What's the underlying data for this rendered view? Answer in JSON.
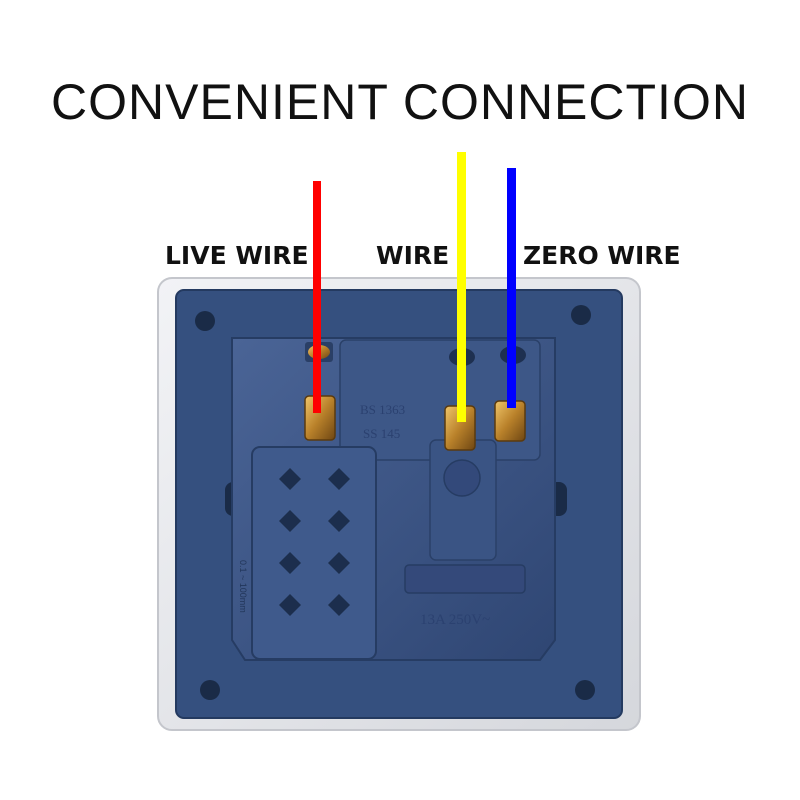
{
  "headline": "CONVENIENT CONNECTION",
  "labels": {
    "live": "LIVE WIRE",
    "wire": "WIRE",
    "zero": "ZERO WIRE"
  },
  "wires": [
    {
      "name": "live",
      "color": "#ff0000"
    },
    {
      "name": "wire",
      "color": "#ffff00"
    },
    {
      "name": "zero",
      "color": "#0000ff"
    }
  ],
  "molded_text": {
    "standard_1": "BS 1363",
    "standard_2": "SS 145",
    "rating": "13A 250V~",
    "side_mark": "0.1 ~ 100mm"
  },
  "colors": {
    "faceplate": "#e6e7eb",
    "body": "#3b5482",
    "body_dark": "#2a3f66",
    "brass": "#c99a3a"
  }
}
